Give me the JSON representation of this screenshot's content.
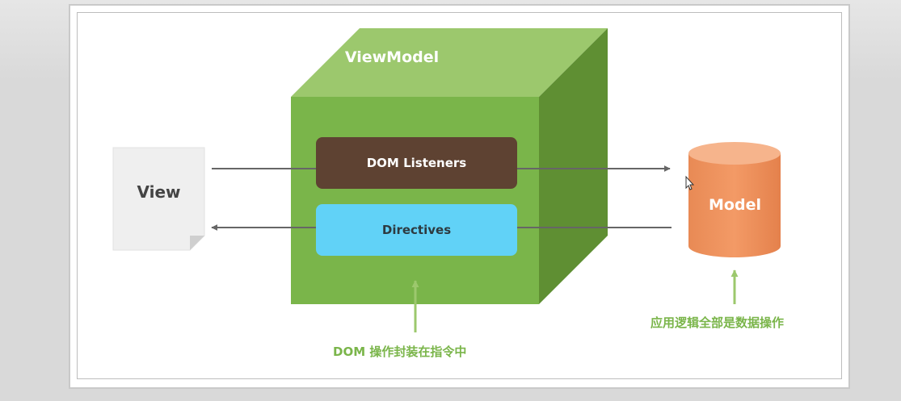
{
  "diagram": {
    "viewmodel": {
      "title": "ViewModel",
      "listeners_label": "DOM Listeners",
      "directives_label": "Directives"
    },
    "view": {
      "label": "View"
    },
    "model": {
      "label": "Model"
    },
    "annotations": {
      "dom_note": "DOM 操作封装在指令中",
      "model_note": "应用逻辑全部是数据操作"
    },
    "colors": {
      "cube_front": "#7ab54a",
      "cube_top": "#9cc86d",
      "cube_side": "#5f8f33",
      "listeners_bg": "#5e4232",
      "directives_bg": "#61d2f7",
      "model_fill": "#ef9460",
      "note_text": "#7ab54a",
      "arrow": "#666666"
    }
  }
}
